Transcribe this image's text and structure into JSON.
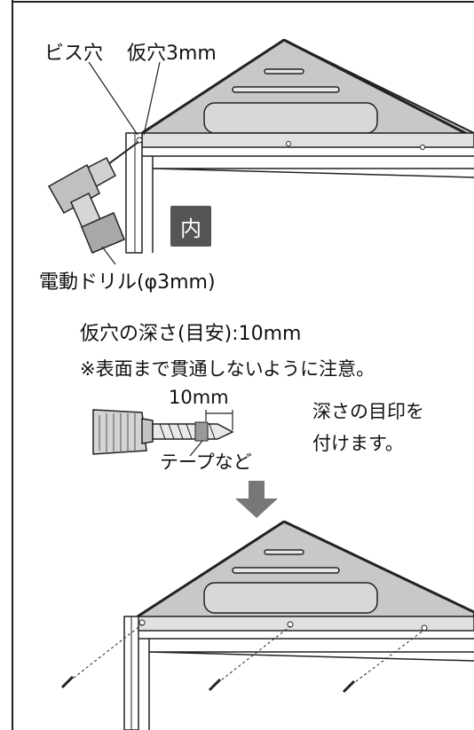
{
  "top": {
    "screw_hole": "ビス穴",
    "pilot_hole": "仮穴3mm",
    "inside_badge": "内",
    "drill_label": "電動ドリル(φ3mm)"
  },
  "middle": {
    "depth_guide": "仮穴の深さ(目安):10mm",
    "warning": "※表面まで貫通しないように注意。",
    "bit_length": "10mm",
    "tape_label": "テープなど",
    "mark_note_line1": "深さの目印を",
    "mark_note_line2": "付けます。"
  },
  "colors": {
    "panel": "#c8c8c8",
    "arrow": "#777777",
    "badge": "#555555"
  }
}
